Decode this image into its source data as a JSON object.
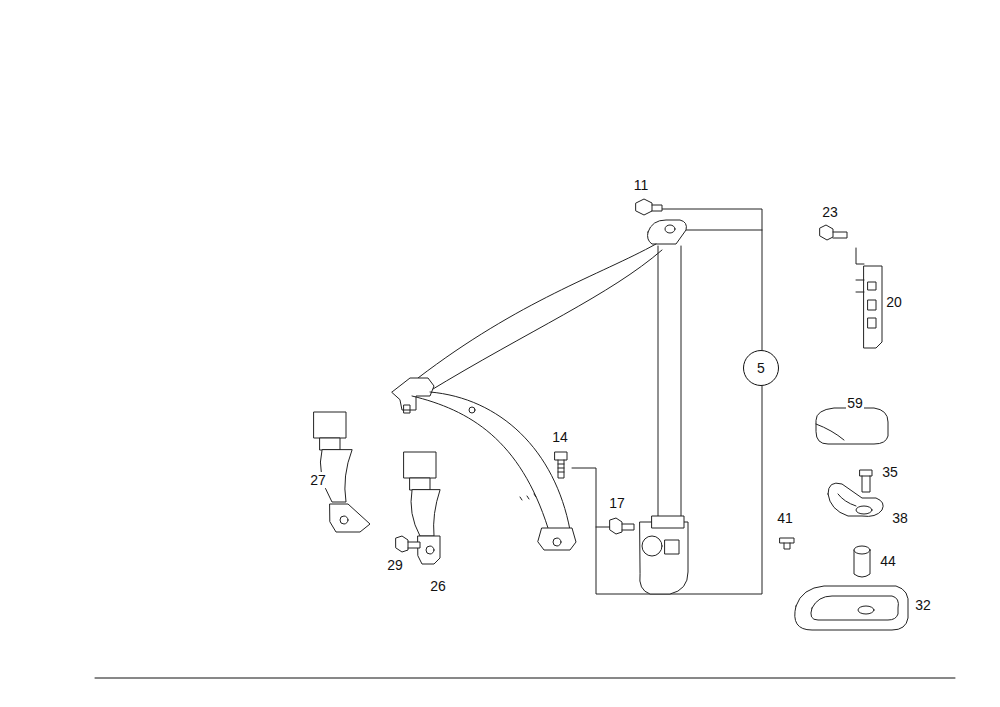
{
  "diagram": {
    "nodes": [
      {
        "text": [
          "5"
        ]
      }
    ],
    "labels": [
      "11",
      "23",
      "20",
      "59",
      "14",
      "35",
      "17",
      "41",
      "38",
      "27",
      "44",
      "29",
      "26",
      "32"
    ]
  }
}
